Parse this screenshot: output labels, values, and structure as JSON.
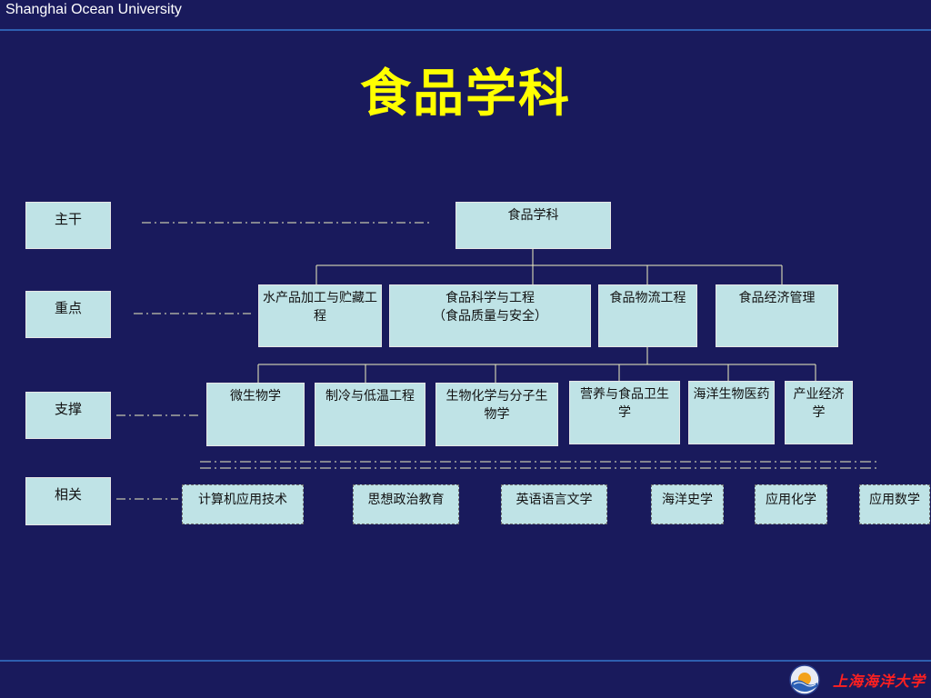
{
  "header": {
    "institution": "Shanghai Ocean University"
  },
  "title": "食品学科",
  "levels": {
    "main": "主干",
    "key": "重点",
    "support": "支撑",
    "related": "相关"
  },
  "nodes": {
    "root": "食品学科",
    "key": [
      "水产品加工与贮藏工程",
      "食品科学与工程\n（食品质量与安全）",
      "食品物流工程",
      "食品经济管理"
    ],
    "support": [
      "微生物学",
      "制冷与低温工程",
      "生物化学与分子生物学",
      "营养与食品卫生学",
      "海洋生物医药",
      "产业经济学"
    ],
    "related": [
      "计算机应用技术",
      "思想政治教育",
      "英语语言文学",
      "海洋史学",
      "应用化学",
      "应用数学"
    ]
  },
  "footer": {
    "logo_text": "上海海洋大学"
  }
}
